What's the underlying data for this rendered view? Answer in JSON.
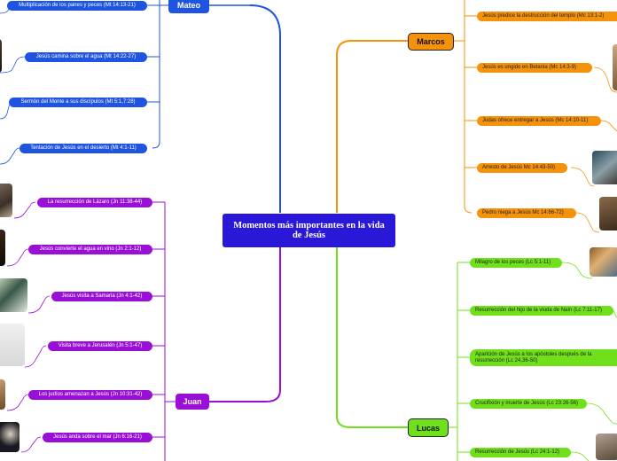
{
  "central": {
    "title": "Momentos más importantes en la vida de Jesús"
  },
  "colors": {
    "mateo": "#1f54e0",
    "juan": "#9a0fd6",
    "marcos": "#f5920b",
    "lucas": "#6fe01a",
    "central": "#2a18d8"
  },
  "branches": {
    "mateo": {
      "label": "Mateo",
      "items": [
        "Multiplicación de los panes y peces  (Mt 14:13-21)",
        "Jesús camina sobre el agua (Mt 14:22-27)",
        "Sermón del Monte a sus discípulos (Mt 5:1,7:28)",
        "Tentación de Jesús en el desierto (Mt 4:1-11)"
      ]
    },
    "juan": {
      "label": "Juan",
      "items": [
        "La resurrección de Lázaro (Jn 11:38-44)",
        "Jesús convierte el agua en vino (Jn 2:1-12)",
        "Jesús visita a Samaria (Jn 4:1-42)",
        "Visita breve a Jerusalén (Jn 5:1-47)",
        "Los judíos amenazan a Jesús (Jn 10:31-42)",
        "Jesús anda sobre el mar (Jn 6:16-21)"
      ]
    },
    "marcos": {
      "label": "Marcos",
      "items": [
        "Jesús predice la destrucción del templo (Mc 13:1-2)",
        "Jesús es ungido en Betania (Mc 14:3-9)",
        "Judas ofrece entregar a Jesús (Mc 14:10-11)",
        "Arresto de Jesús Mc 14:43-50)",
        "Pedro niega a Jesús Mc 14:66-72)"
      ]
    },
    "lucas": {
      "label": "Lucas",
      "items": [
        "Milagro de los peces (Lc 5:1-11)",
        "Resurrección del hijo de la viuda de Naín (Lc 7:11-17)",
        "Aparición de Jesús a los apóstoles después de la resurrección (Lc 24,36-50)",
        "Crucifixión y muerte de Jesús (Lc 23:26-56)",
        "Resurrección de Jesús (Lc 24:1-12)"
      ]
    }
  }
}
